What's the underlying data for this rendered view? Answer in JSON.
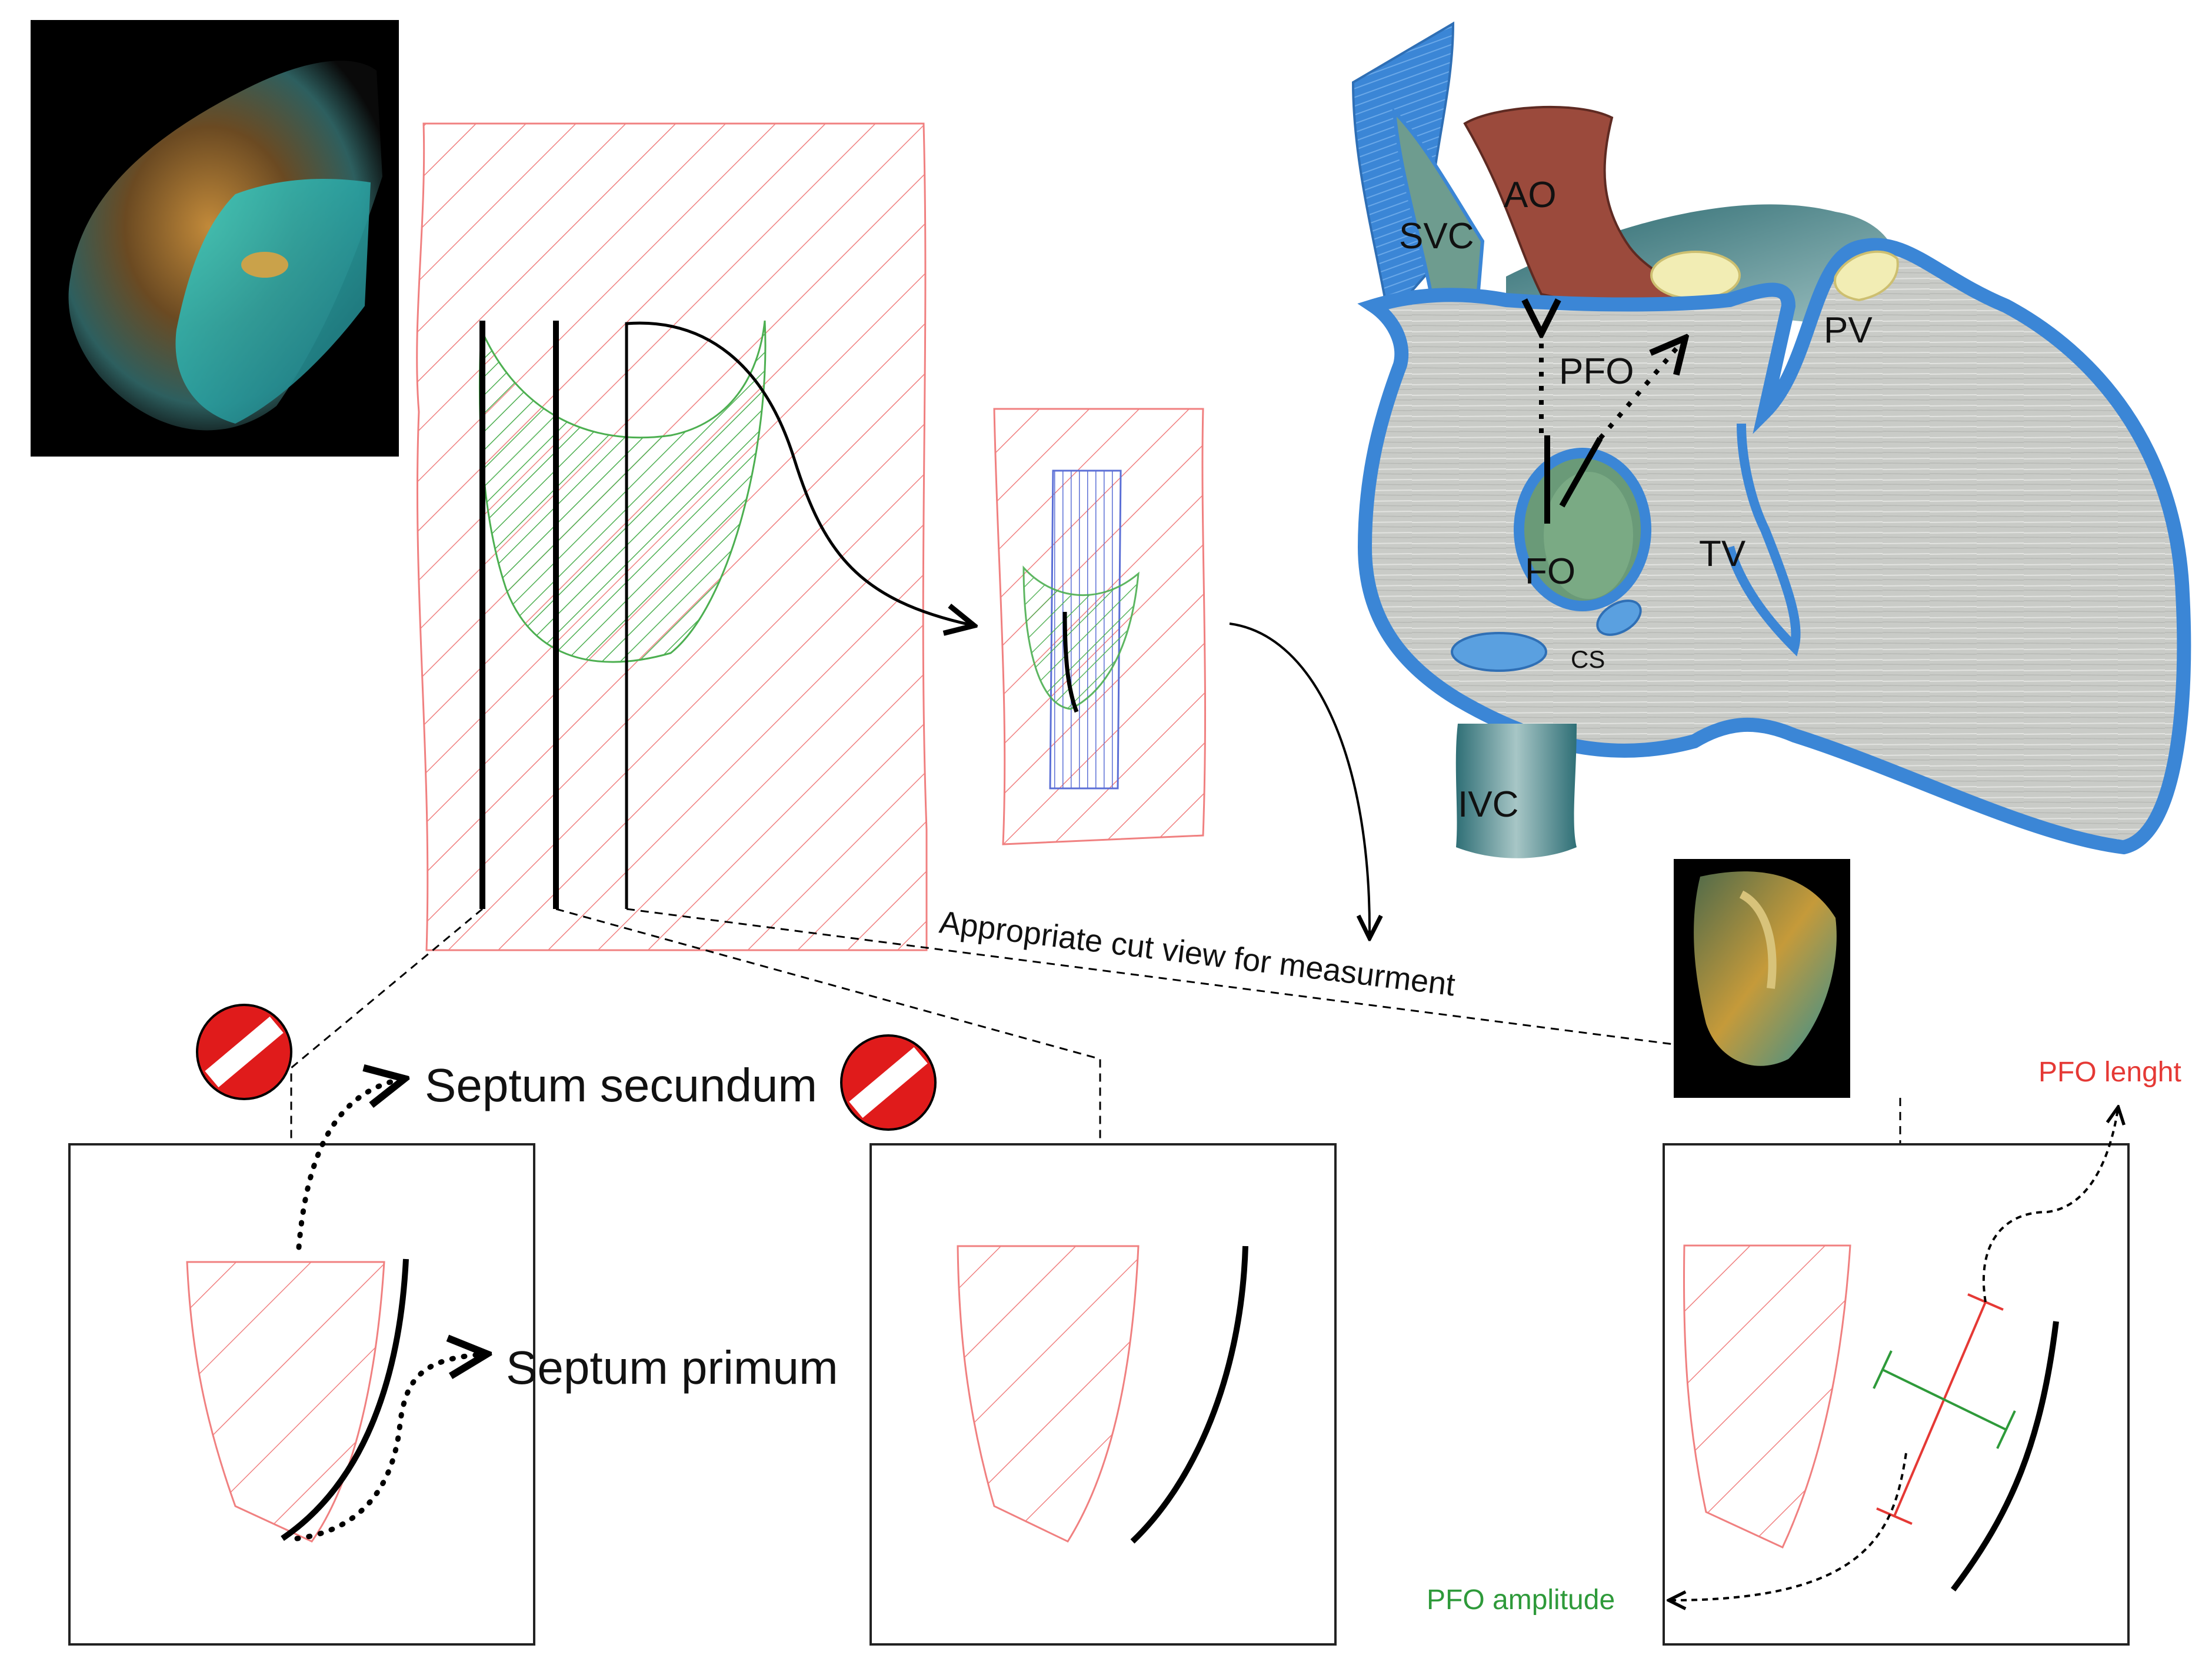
{
  "anatomy": {
    "svc": "SVC",
    "ao": "AO",
    "pv": "PV",
    "pfo": "PFO",
    "fo": "FO",
    "tv": "TV",
    "cs": "CS",
    "ivc": "IVC"
  },
  "annotations": {
    "cut_view": "Appropriate cut view for measurment",
    "septum_secundum": "Septum secundum",
    "septum_primum": "Septum primum",
    "pfo_length": "PFO lenght",
    "pfo_amplitude": "PFO amplitude"
  },
  "colors": {
    "hatch_red": "#f08080",
    "hatch_green": "#4caf50",
    "hatch_blue": "#5b6fd6",
    "heart_blue": "#3b86d6",
    "heart_gray": "#c9cbc7",
    "aorta": "#9b4a3c",
    "teal": "#3e7f86",
    "forbidden_red": "#e01b1b",
    "measure_red": "#e53935",
    "measure_green": "#2e9a3a"
  },
  "icons": [
    "no-entry-icon",
    "no-entry-icon"
  ]
}
